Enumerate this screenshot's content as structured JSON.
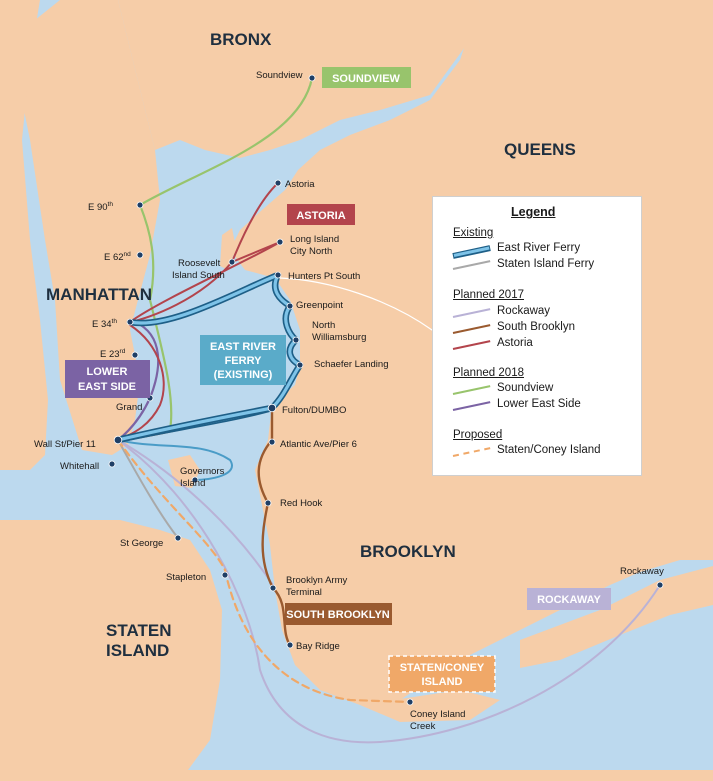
{
  "regions": {
    "bronx": "BRONX",
    "queens": "QUEENS",
    "manhattan": "MANHATTAN",
    "brooklyn": "BROOKLYN",
    "staten_island_line1": "STATEN",
    "staten_island_line2": "ISLAND"
  },
  "stops": {
    "soundview": "Soundview",
    "astoria": "Astoria",
    "e90": "E 90",
    "e90_sup": "th",
    "e62": "E 62",
    "e62_sup": "nd",
    "lic_north_1": "Long Island",
    "lic_north_2": "City North",
    "roosevelt_1": "Roosevelt",
    "roosevelt_2": "Island South",
    "hunters_pt": "Hunters Pt South",
    "greenpoint": "Greenpoint",
    "e34": "E 34",
    "e34_sup": "th",
    "north_wburg_1": "North",
    "north_wburg_2": "Williamsburg",
    "e23": "E 23",
    "e23_sup": "rd",
    "schaefer": "Schaefer Landing",
    "grand": "Grand",
    "fulton": "Fulton/DUMBO",
    "wall_st": "Wall St/Pier 11",
    "atlantic": "Atlantic Ave/Pier 6",
    "whitehall": "Whitehall",
    "governors_1": "Governors",
    "governors_2": "Island",
    "red_hook": "Red Hook",
    "st_george": "St George",
    "stapleton": "Stapleton",
    "bat_1": "Brooklyn Army",
    "bat_2": "Terminal",
    "rockaway": "Rockaway",
    "bay_ridge": "Bay Ridge",
    "coney_1": "Coney Island",
    "coney_2": "Creek"
  },
  "route_labels": {
    "soundview": "SOUNDVIEW",
    "astoria": "ASTORIA",
    "east_river_1": "EAST RIVER",
    "east_river_2": "FERRY",
    "east_river_3": "(EXISTING)",
    "les_1": "LOWER",
    "les_2": "EAST SIDE",
    "south_brooklyn": "SOUTH BROOKLYN",
    "rockaway": "ROCKAWAY",
    "staten_coney_1": "STATEN/CONEY",
    "staten_coney_2": "ISLAND"
  },
  "legend": {
    "title": "Legend",
    "existing": "Existing",
    "east_river_ferry": "East River Ferry",
    "staten_island_ferry": "Staten Island Ferry",
    "planned_2017": "Planned 2017",
    "rockaway": "Rockaway",
    "south_brooklyn": "South Brooklyn",
    "astoria": "Astoria",
    "planned_2018": "Planned 2018",
    "soundview": "Soundview",
    "lower_east_side": "Lower East Side",
    "proposed": "Proposed",
    "staten_coney": "Staten/Coney Island"
  },
  "colors": {
    "water": "#bcd9ee",
    "land": "#f6cda8",
    "east_river_ferry": "#4a9cc7",
    "staten_island_ferry": "#a9a9a9",
    "rockaway": "#b9b2d6",
    "south_brooklyn": "#9a5a2f",
    "astoria": "#b3444c",
    "soundview": "#98c46c",
    "lower_east_side": "#7b63a4",
    "staten_coney": "#f0a868"
  }
}
